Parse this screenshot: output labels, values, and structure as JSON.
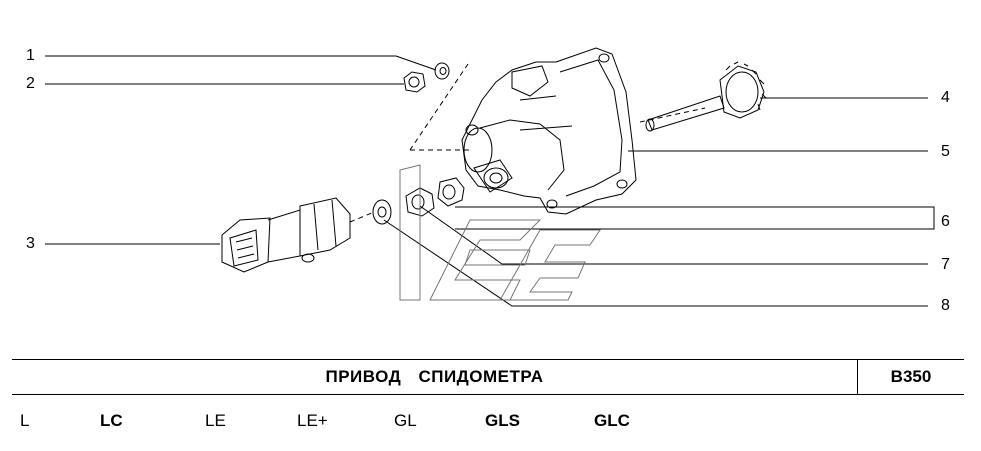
{
  "diagram": {
    "callouts": [
      {
        "id": "1",
        "label": "1"
      },
      {
        "id": "2",
        "label": "2"
      },
      {
        "id": "3",
        "label": "3"
      },
      {
        "id": "4",
        "label": "4"
      },
      {
        "id": "5",
        "label": "5"
      },
      {
        "id": "6",
        "label": "6"
      },
      {
        "id": "7",
        "label": "7"
      },
      {
        "id": "8",
        "label": "8"
      }
    ]
  },
  "title_block": {
    "title": "ПРИВОД СПИДОМЕТРА",
    "code": "B350"
  },
  "variants": [
    "L",
    "LC",
    "LE",
    "LE+",
    "GL",
    "GLS",
    "GLC"
  ]
}
